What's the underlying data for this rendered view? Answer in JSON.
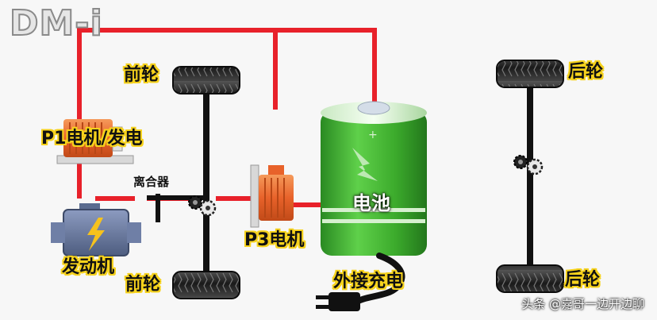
{
  "title": "DM-i",
  "labels": {
    "front_wheel_top": "前轮",
    "front_wheel_bottom": "前轮",
    "rear_wheel_top": "后轮",
    "rear_wheel_bottom": "后轮",
    "p1_motor": "P1电机/发电",
    "clutch": "离合器",
    "engine": "发动机",
    "p3_motor": "P3电机",
    "battery": "电池",
    "external_charge": "外接充电"
  },
  "watermark": "头条 @嘉哥一边开边聊",
  "colors": {
    "wire": "#e8212a",
    "axle": "#111111",
    "battery": "#3cab2c",
    "motor": "#e8622a",
    "engine": "#5a6b8f",
    "label_outline": "#f6d21c"
  },
  "icons": [
    "tire-icon",
    "gear-icon",
    "motor-icon",
    "engine-icon",
    "battery-icon",
    "plug-icon"
  ]
}
